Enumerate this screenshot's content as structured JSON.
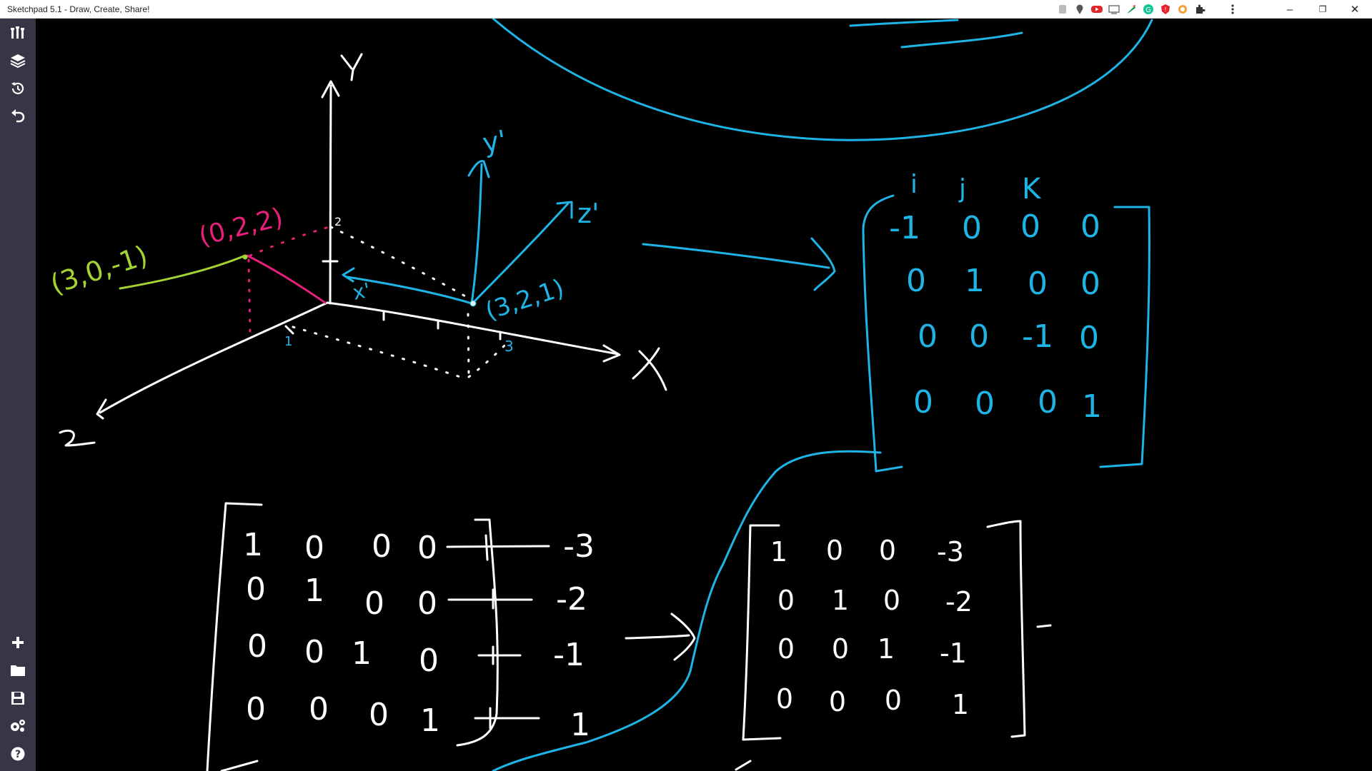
{
  "window": {
    "title": "Sketchpad 5.1 - Draw, Create, Share!",
    "controls": {
      "minimize": "–",
      "restore": "❐",
      "close": "✕"
    }
  },
  "toolbar_extensions": [
    "document-icon",
    "location-pin-icon",
    "video-icon",
    "screen-icon",
    "feather-icon",
    "grammar-icon",
    "shield-icon",
    "badge-icon",
    "puzzle-icon",
    "more-vert-icon"
  ],
  "sidebar": {
    "top_tools": [
      {
        "name": "brush-tools-icon"
      },
      {
        "name": "layers-icon"
      },
      {
        "name": "history-icon"
      },
      {
        "name": "undo-icon"
      }
    ],
    "bottom_tools": [
      {
        "name": "add-icon"
      },
      {
        "name": "folder-icon"
      },
      {
        "name": "save-icon"
      },
      {
        "name": "settings-icon"
      },
      {
        "name": "help-icon"
      }
    ]
  },
  "colors": {
    "ink_white": "#ffffff",
    "ink_cyan": "#1fb4e6",
    "ink_magenta": "#e6207a",
    "ink_lime": "#a4d233",
    "sidebar_bg": "#363647",
    "canvas_bg": "#000000"
  },
  "handwriting": {
    "axis_y": "Y",
    "axis_x": "X",
    "axis_z": "z",
    "tick_2": "2",
    "tick_1": "1",
    "tick_3": "3",
    "point_magenta": "(0,2,2)",
    "point_lime": "(3,0,-1)",
    "point_cyan": "(3,2,1)",
    "axis_y_prime": "y'",
    "axis_z_prime": "z'",
    "axis_x_prime": "x'",
    "basis_labels": [
      "i",
      "j",
      "K"
    ],
    "matrix_top_right": [
      [
        "-1",
        "0",
        "0",
        "0"
      ],
      [
        "0",
        "1",
        "0",
        "0"
      ],
      [
        "0",
        "0",
        "-1",
        "0"
      ],
      [
        "0",
        "0",
        "0",
        "1"
      ]
    ],
    "matrix_bottom_left": [
      [
        "1",
        "0",
        "0",
        "0"
      ],
      [
        "0",
        "1",
        "0",
        "0"
      ],
      [
        "0",
        "0",
        "1",
        "0"
      ],
      [
        "0",
        "0",
        "0",
        "1"
      ]
    ],
    "translation_column": [
      "-3",
      "-2",
      "-1",
      "1"
    ],
    "matrix_bottom_right": [
      [
        "1",
        "0",
        "0",
        "-3"
      ],
      [
        "0",
        "1",
        "0",
        "-2"
      ],
      [
        "0",
        "0",
        "1",
        "-1"
      ],
      [
        "0",
        "0",
        "0",
        "1"
      ]
    ]
  }
}
